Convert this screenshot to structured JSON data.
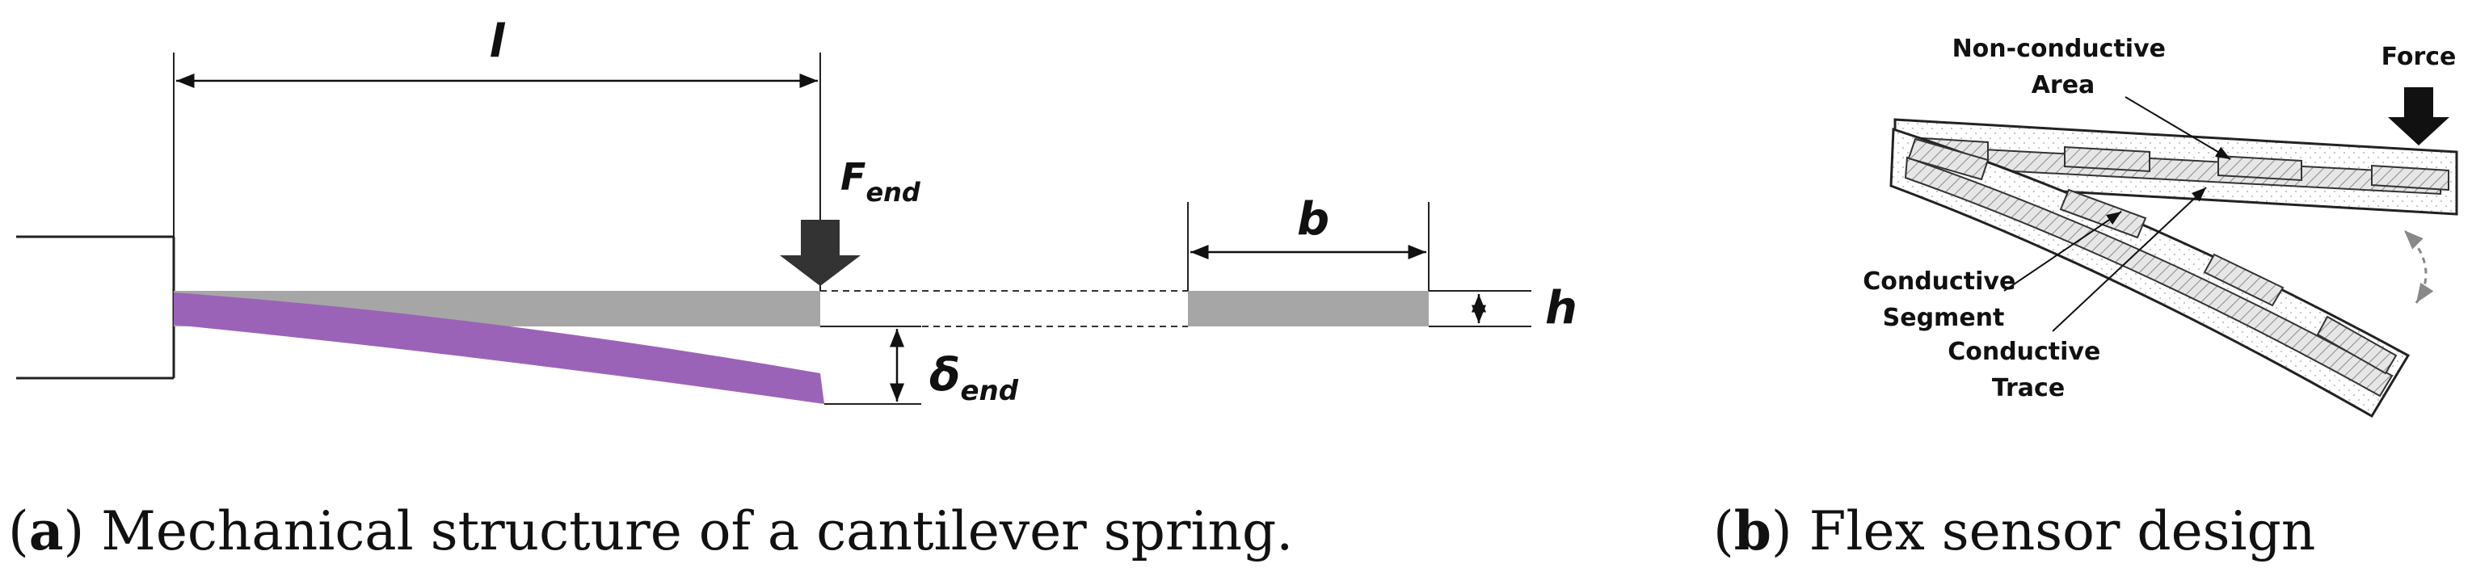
{
  "panel_a": {
    "length_label": "l",
    "force_label": "F",
    "force_sub": "end",
    "width_label": "b",
    "height_label": "h",
    "deflection_label": "δ",
    "deflection_sub": "end",
    "caption_letter": "a",
    "caption_text": " Mechanical structure of a cantilever spring."
  },
  "panel_b": {
    "nonconductive_line1": "Non-conductive",
    "nonconductive_line2": "Area",
    "force_label": "Force",
    "segment_line1": "Conductive",
    "segment_line2": "Segment",
    "trace_line1": "Conductive",
    "trace_line2": "Trace",
    "caption_letter": "b",
    "caption_text": " Flex sensor design"
  },
  "colors": {
    "beam": "#a6a6a6",
    "deflected_beam": "#9b63b8",
    "arrow": "#333333",
    "outline": "#222222"
  }
}
